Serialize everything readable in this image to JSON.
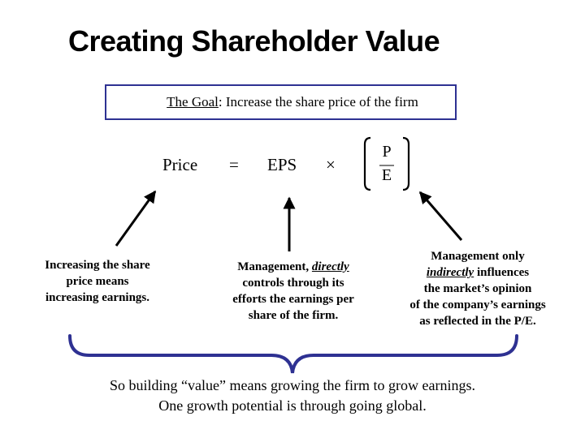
{
  "title": "Creating Shareholder Value",
  "goal": {
    "label": "The Goal",
    "text": ": Increase the share price of the firm"
  },
  "equation": {
    "price": "Price",
    "equals": "=",
    "eps": "EPS",
    "times": "×",
    "p": "P",
    "e": "E"
  },
  "notes": {
    "left": [
      "Increasing the share",
      "price means",
      "increasing earnings."
    ],
    "middle": {
      "line1_pre": "Management, ",
      "line1_em": "directly",
      "line2": "controls through its",
      "line3": "efforts the earnings per",
      "line4": "share of the firm."
    },
    "right": {
      "line1": "Management only",
      "line2_em": "indirectly",
      "line2_post": " influences",
      "line3": "the market’s opinion",
      "line4": "of the company’s earnings",
      "line5": "as reflected in the P/E."
    }
  },
  "bottom": [
    "So building “value” means growing the firm to grow earnings.",
    "One growth potential is through going global."
  ],
  "colors": {
    "box_border": "#2e3192",
    "brace": "#2e3192",
    "arrows": "#000000"
  }
}
